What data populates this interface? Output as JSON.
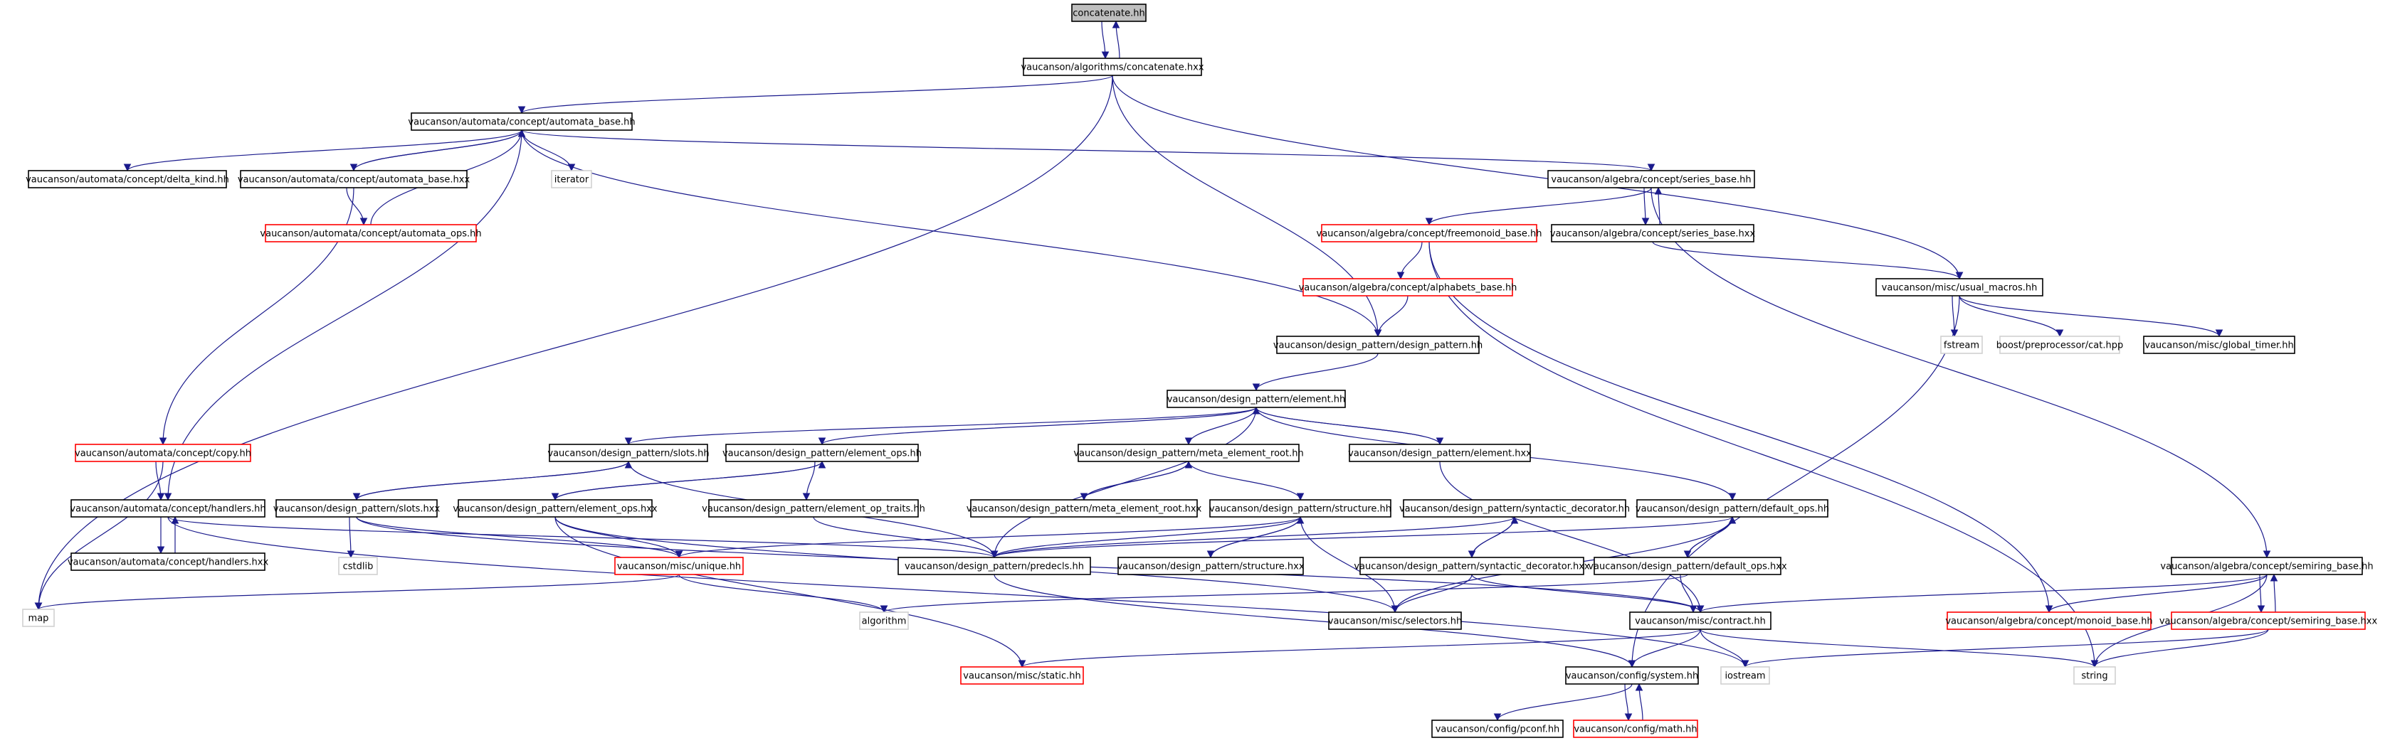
{
  "colors": {
    "edge": "#1a1a8c",
    "border_normal": "#000000",
    "border_missing": "#d0d0d0",
    "border_truncated": "#ff0000",
    "root_fill": "#bfbfbf"
  },
  "nodes": [
    {
      "id": "n0",
      "label": "concatenate.hh",
      "style": "root"
    },
    {
      "id": "n1",
      "label": "vaucanson/algorithms/concatenate.hxx",
      "style": "normal"
    },
    {
      "id": "n2",
      "label": "vaucanson/automata/concept/automata_base.hh",
      "style": "normal"
    },
    {
      "id": "n3",
      "label": "vaucanson/automata/concept/delta_kind.hh",
      "style": "normal"
    },
    {
      "id": "n4",
      "label": "vaucanson/automata/concept/automata_base.hxx",
      "style": "normal"
    },
    {
      "id": "n5",
      "label": "iterator",
      "style": "missing"
    },
    {
      "id": "n6",
      "label": "vaucanson/automata/concept/automata_ops.hh",
      "style": "truncated"
    },
    {
      "id": "n7",
      "label": "vaucanson/automata/concept/copy.hh",
      "style": "truncated"
    },
    {
      "id": "n8",
      "label": "vaucanson/automata/concept/handlers.hh",
      "style": "normal"
    },
    {
      "id": "n9",
      "label": "vaucanson/automata/concept/handlers.hxx",
      "style": "normal"
    },
    {
      "id": "n10",
      "label": "map",
      "style": "missing"
    },
    {
      "id": "n11",
      "label": "vaucanson/algebra/concept/series_base.hh",
      "style": "normal"
    },
    {
      "id": "n12",
      "label": "vaucanson/algebra/concept/freemonoid_base.hh",
      "style": "truncated"
    },
    {
      "id": "n13",
      "label": "vaucanson/algebra/concept/series_base.hxx",
      "style": "normal"
    },
    {
      "id": "n14",
      "label": "vaucanson/algebra/concept/alphabets_base.hh",
      "style": "truncated"
    },
    {
      "id": "n15",
      "label": "vaucanson/misc/usual_macros.hh",
      "style": "normal"
    },
    {
      "id": "n16",
      "label": "fstream",
      "style": "missing"
    },
    {
      "id": "n17",
      "label": "boost/preprocessor/cat.hpp",
      "style": "missing"
    },
    {
      "id": "n18",
      "label": "vaucanson/misc/global_timer.hh",
      "style": "normal"
    },
    {
      "id": "n19",
      "label": "vaucanson/design_pattern/design_pattern.hh",
      "style": "normal"
    },
    {
      "id": "n20",
      "label": "vaucanson/design_pattern/element.hh",
      "style": "normal"
    },
    {
      "id": "n21",
      "label": "vaucanson/design_pattern/slots.hh",
      "style": "normal"
    },
    {
      "id": "n22",
      "label": "vaucanson/design_pattern/element_ops.hh",
      "style": "normal"
    },
    {
      "id": "n23",
      "label": "vaucanson/design_pattern/meta_element_root.hh",
      "style": "normal"
    },
    {
      "id": "n24",
      "label": "vaucanson/design_pattern/element.hxx",
      "style": "normal"
    },
    {
      "id": "n25",
      "label": "vaucanson/design_pattern/slots.hxx",
      "style": "normal"
    },
    {
      "id": "n26",
      "label": "vaucanson/design_pattern/element_ops.hxx",
      "style": "normal"
    },
    {
      "id": "n27",
      "label": "vaucanson/design_pattern/element_op_traits.hh",
      "style": "normal"
    },
    {
      "id": "n28",
      "label": "vaucanson/design_pattern/meta_element_root.hxx",
      "style": "normal"
    },
    {
      "id": "n29",
      "label": "vaucanson/design_pattern/structure.hh",
      "style": "normal"
    },
    {
      "id": "n30",
      "label": "vaucanson/design_pattern/syntactic_decorator.hh",
      "style": "normal"
    },
    {
      "id": "n31",
      "label": "vaucanson/design_pattern/default_ops.hh",
      "style": "normal"
    },
    {
      "id": "n32",
      "label": "cstdlib",
      "style": "missing"
    },
    {
      "id": "n33",
      "label": "vaucanson/misc/unique.hh",
      "style": "truncated"
    },
    {
      "id": "n34",
      "label": "vaucanson/design_pattern/predecls.hh",
      "style": "normal"
    },
    {
      "id": "n35",
      "label": "vaucanson/design_pattern/structure.hxx",
      "style": "normal"
    },
    {
      "id": "n36",
      "label": "vaucanson/design_pattern/syntactic_decorator.hxx",
      "style": "normal"
    },
    {
      "id": "n37",
      "label": "vaucanson/design_pattern/default_ops.hxx",
      "style": "normal"
    },
    {
      "id": "n38",
      "label": "algorithm",
      "style": "missing"
    },
    {
      "id": "n39",
      "label": "vaucanson/misc/selectors.hh",
      "style": "normal"
    },
    {
      "id": "n40",
      "label": "vaucanson/misc/contract.hh",
      "style": "normal"
    },
    {
      "id": "n41",
      "label": "vaucanson/misc/static.hh",
      "style": "truncated"
    },
    {
      "id": "n42",
      "label": "vaucanson/config/system.hh",
      "style": "normal"
    },
    {
      "id": "n43",
      "label": "iostream",
      "style": "missing"
    },
    {
      "id": "n44",
      "label": "vaucanson/config/pconf.hh",
      "style": "normal"
    },
    {
      "id": "n45",
      "label": "vaucanson/config/math.hh",
      "style": "truncated"
    },
    {
      "id": "n46",
      "label": "vaucanson/algebra/concept/semiring_base.hh",
      "style": "normal"
    },
    {
      "id": "n47",
      "label": "vaucanson/algebra/concept/monoid_base.hh",
      "style": "truncated"
    },
    {
      "id": "n48",
      "label": "vaucanson/algebra/concept/semiring_base.hxx",
      "style": "truncated"
    },
    {
      "id": "n49",
      "label": "string",
      "style": "missing"
    }
  ],
  "edges": [
    [
      "n0",
      "n1"
    ],
    [
      "n1",
      "n0"
    ],
    [
      "n1",
      "n2"
    ],
    [
      "n1",
      "n10"
    ],
    [
      "n1",
      "n15"
    ],
    [
      "n1",
      "n19"
    ],
    [
      "n2",
      "n3"
    ],
    [
      "n2",
      "n4"
    ],
    [
      "n2",
      "n5"
    ],
    [
      "n2",
      "n8"
    ],
    [
      "n2",
      "n11"
    ],
    [
      "n2",
      "n19"
    ],
    [
      "n4",
      "n2"
    ],
    [
      "n4",
      "n6"
    ],
    [
      "n4",
      "n7"
    ],
    [
      "n6",
      "n2"
    ],
    [
      "n7",
      "n8"
    ],
    [
      "n7",
      "n10"
    ],
    [
      "n8",
      "n9"
    ],
    [
      "n8",
      "n34"
    ],
    [
      "n8",
      "n43"
    ],
    [
      "n9",
      "n8"
    ],
    [
      "n11",
      "n12"
    ],
    [
      "n11",
      "n13"
    ],
    [
      "n11",
      "n46"
    ],
    [
      "n13",
      "n11"
    ],
    [
      "n13",
      "n15"
    ],
    [
      "n12",
      "n14"
    ],
    [
      "n12",
      "n47"
    ],
    [
      "n12",
      "n49"
    ],
    [
      "n14",
      "n19"
    ],
    [
      "n15",
      "n16"
    ],
    [
      "n15",
      "n17"
    ],
    [
      "n15",
      "n18"
    ],
    [
      "n15",
      "n42"
    ],
    [
      "n19",
      "n20"
    ],
    [
      "n20",
      "n21"
    ],
    [
      "n20",
      "n22"
    ],
    [
      "n20",
      "n23"
    ],
    [
      "n20",
      "n24"
    ],
    [
      "n20",
      "n31"
    ],
    [
      "n20",
      "n34"
    ],
    [
      "n24",
      "n20"
    ],
    [
      "n24",
      "n40"
    ],
    [
      "n21",
      "n25"
    ],
    [
      "n21",
      "n34"
    ],
    [
      "n25",
      "n21"
    ],
    [
      "n25",
      "n32"
    ],
    [
      "n25",
      "n33"
    ],
    [
      "n25",
      "n40"
    ],
    [
      "n22",
      "n26"
    ],
    [
      "n22",
      "n27"
    ],
    [
      "n26",
      "n22"
    ],
    [
      "n26",
      "n33"
    ],
    [
      "n26",
      "n39"
    ],
    [
      "n26",
      "n41"
    ],
    [
      "n27",
      "n34"
    ],
    [
      "n23",
      "n28"
    ],
    [
      "n23",
      "n29"
    ],
    [
      "n28",
      "n23"
    ],
    [
      "n29",
      "n34"
    ],
    [
      "n29",
      "n35"
    ],
    [
      "n29",
      "n39"
    ],
    [
      "n29",
      "n33"
    ],
    [
      "n35",
      "n29"
    ],
    [
      "n30",
      "n34"
    ],
    [
      "n30",
      "n36"
    ],
    [
      "n36",
      "n30"
    ],
    [
      "n36",
      "n39"
    ],
    [
      "n36",
      "n40"
    ],
    [
      "n31",
      "n34"
    ],
    [
      "n31",
      "n37"
    ],
    [
      "n31",
      "n39"
    ],
    [
      "n37",
      "n31"
    ],
    [
      "n37",
      "n38"
    ],
    [
      "n37",
      "n40"
    ],
    [
      "n33",
      "n10"
    ],
    [
      "n33",
      "n38"
    ],
    [
      "n34",
      "n42"
    ],
    [
      "n40",
      "n41"
    ],
    [
      "n40",
      "n42"
    ],
    [
      "n40",
      "n43"
    ],
    [
      "n40",
      "n49"
    ],
    [
      "n42",
      "n44"
    ],
    [
      "n42",
      "n45"
    ],
    [
      "n45",
      "n42"
    ],
    [
      "n46",
      "n40"
    ],
    [
      "n46",
      "n47"
    ],
    [
      "n46",
      "n48"
    ],
    [
      "n46",
      "n49"
    ],
    [
      "n48",
      "n46"
    ],
    [
      "n48",
      "n43"
    ],
    [
      "n48",
      "n49"
    ]
  ]
}
